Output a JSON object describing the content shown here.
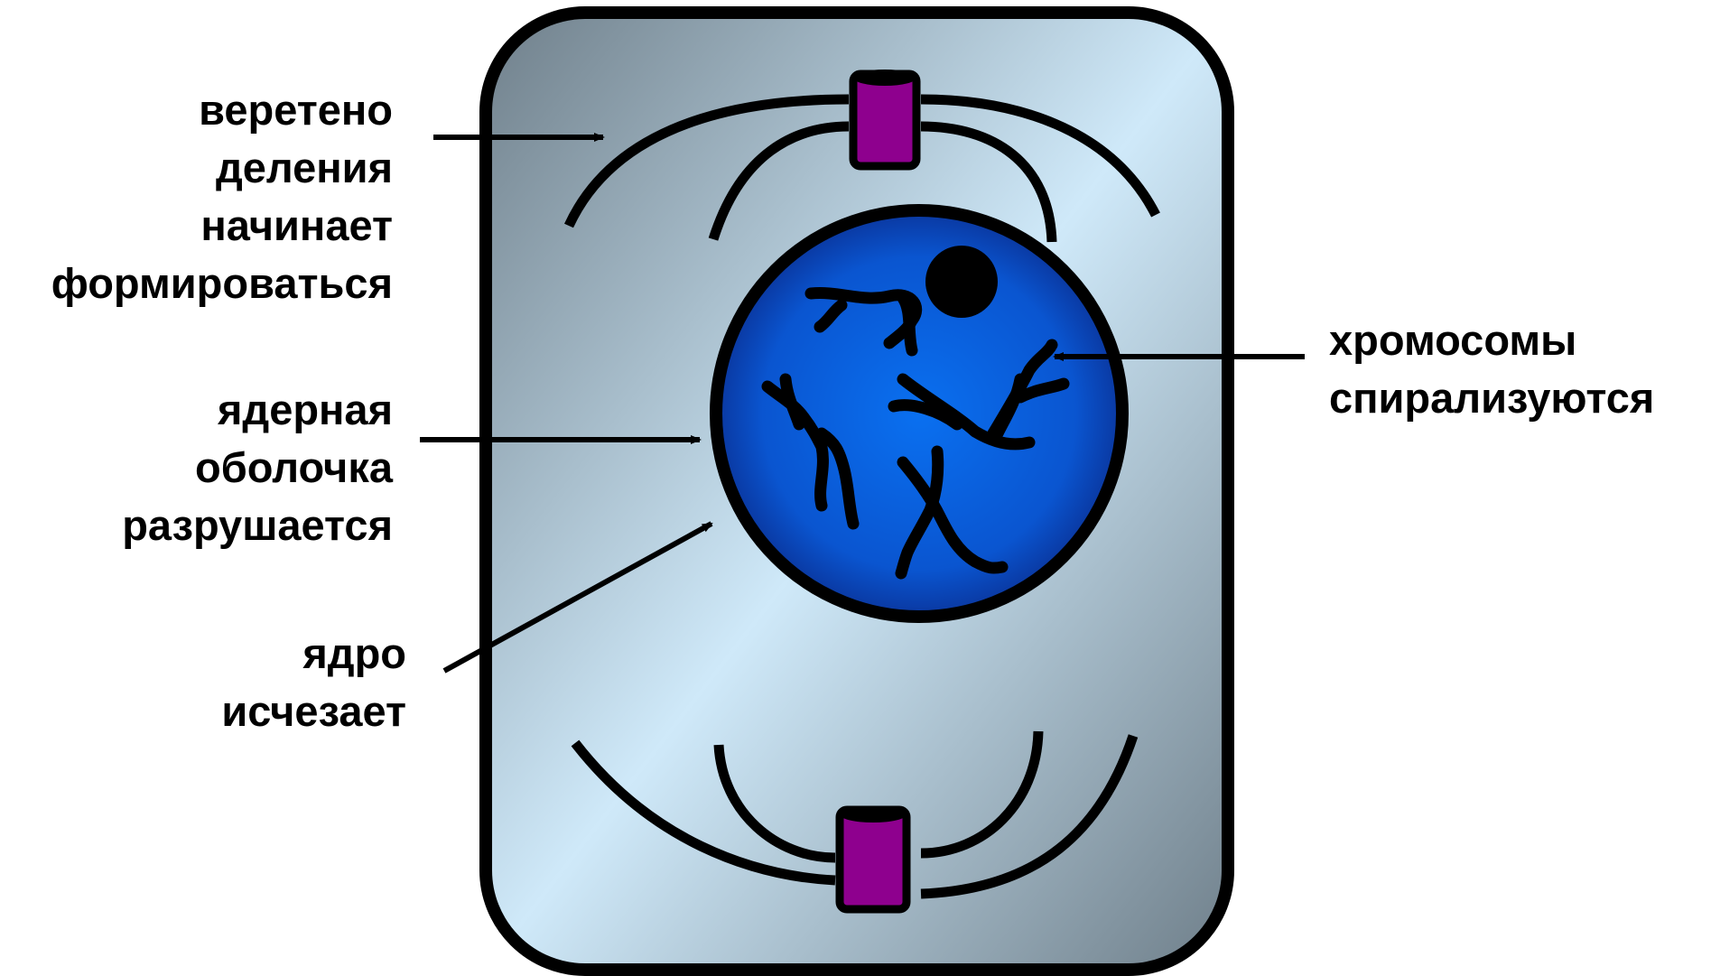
{
  "labels": {
    "spindle": [
      "веретено",
      "деления",
      "начинает",
      "формироваться"
    ],
    "envelope": [
      "ядерная",
      "оболочка",
      "разрушается"
    ],
    "nucleus": [
      "ядро",
      "исчезает"
    ],
    "chromosomes": [
      "хромосомы",
      "спирализуются"
    ]
  },
  "colors": {
    "cell_gradient_edge": "#6f7f8a",
    "cell_gradient_center": "#cfe9f9",
    "nucleus_center": "#0a70f0",
    "nucleus_edge": "#0a2a8a",
    "centriole": "#8e008e",
    "outline": "#000000"
  }
}
